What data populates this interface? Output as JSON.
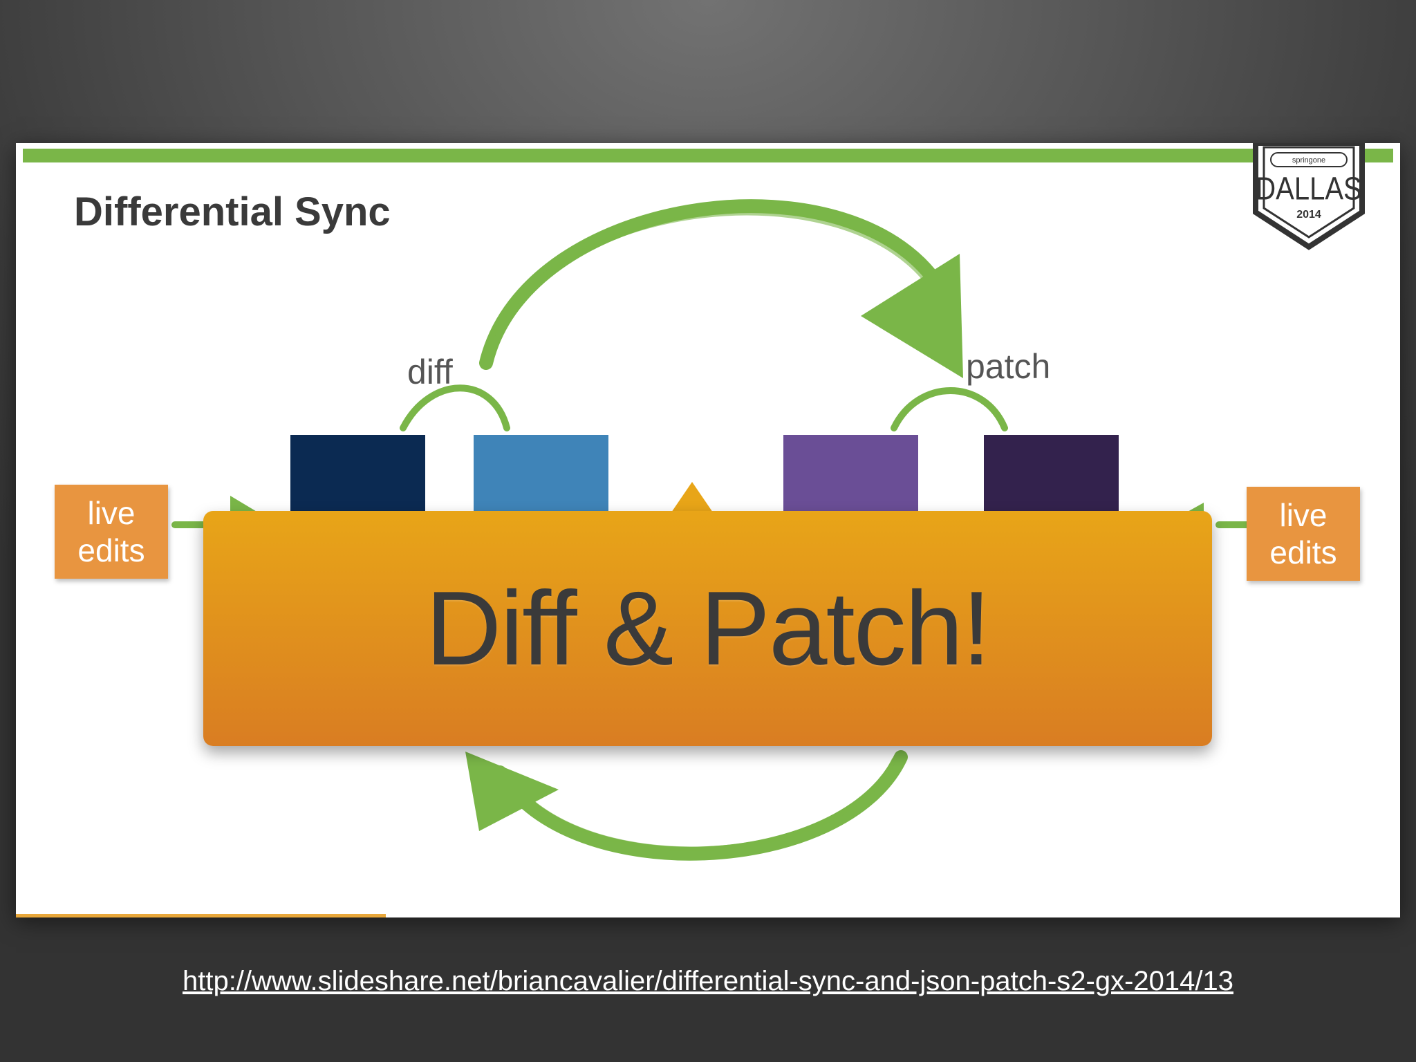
{
  "slide": {
    "title": "Differential Sync",
    "badge": {
      "small_text": "springone",
      "city": "DALLAS",
      "year": "2014"
    },
    "labels": {
      "diff": "diff",
      "patch": "patch"
    },
    "live_edits_left": {
      "line1": "live",
      "line2": "edits"
    },
    "live_edits_right": {
      "line1": "live",
      "line2": "edits"
    },
    "blocks": [
      {
        "color": "#0b2a52"
      },
      {
        "color": "#3f84b8"
      },
      {
        "color": "#6a4e96"
      },
      {
        "color": "#33224d"
      }
    ],
    "arrow_color": "#7ab648",
    "callout": "Diff & Patch!"
  },
  "footer": {
    "url": "http://www.slideshare.net/briancavalier/differential-sync-and-json-patch-s2-gx-2014/13"
  }
}
